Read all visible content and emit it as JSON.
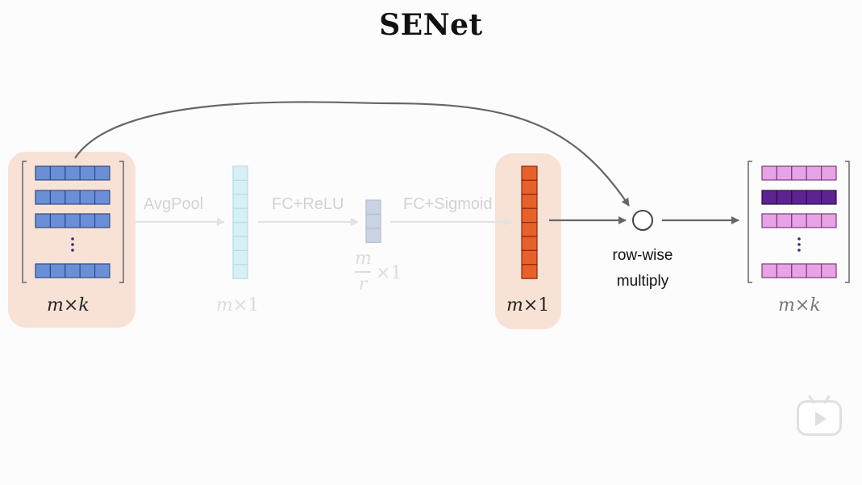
{
  "title": "SENet",
  "steps": {
    "avgpool": "AvgPool",
    "fc_relu": "FC+ReLU",
    "fc_sigmoid": "FC+Sigmoid"
  },
  "multiply_label": [
    "row-wise",
    "multiply"
  ],
  "shapes": {
    "input": {
      "a": "m",
      "op": "×",
      "b": "k"
    },
    "pooled": {
      "a": "m",
      "op": "×",
      "b": "1"
    },
    "reduced": {
      "num": "m",
      "den": "r",
      "op": "×",
      "b": "1"
    },
    "weights": {
      "a": "m",
      "op": "×",
      "b": "1"
    },
    "output": {
      "a": "m",
      "op": "×",
      "b": "k"
    }
  },
  "colors": {
    "input_cells": "#6b8fd6",
    "pooled_cells": "#d7f0f7",
    "reduced_cells": "#c9d3e2",
    "weights_cells": "#e8612a",
    "output_cells": "#e8a3e6",
    "output_emphasis": "#5d2391",
    "highlight": "#f8e2d6"
  },
  "icons": [
    "play-icon"
  ]
}
